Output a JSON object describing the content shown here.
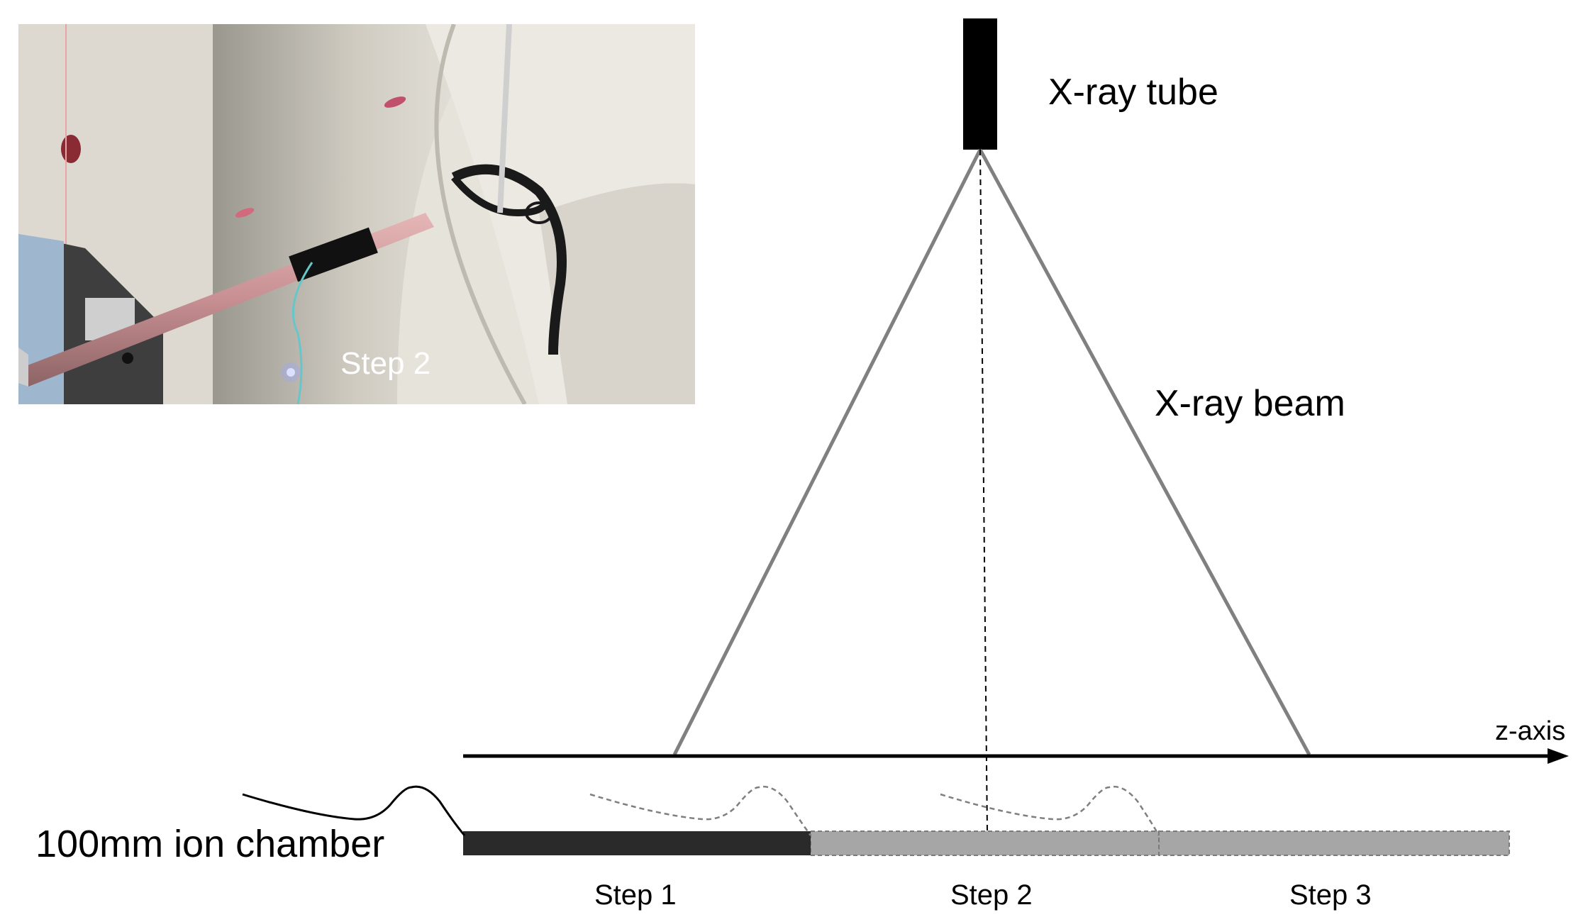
{
  "labels": {
    "tube": "X-ray tube",
    "beam": "X-ray beam",
    "axis": "z-axis",
    "chamber": "100mm ion chamber",
    "step1": "Step 1",
    "step2": "Step 2",
    "step3": "Step 3",
    "photo_step": "Step 2"
  },
  "colors": {
    "tube": "#000000",
    "beam": "#808080",
    "chamber_active": "#2a2a2a",
    "chamber_ghost": "#a6a6a6",
    "cable_ghost": "#7f7f7f",
    "photo_tone": "#e6e3db"
  }
}
